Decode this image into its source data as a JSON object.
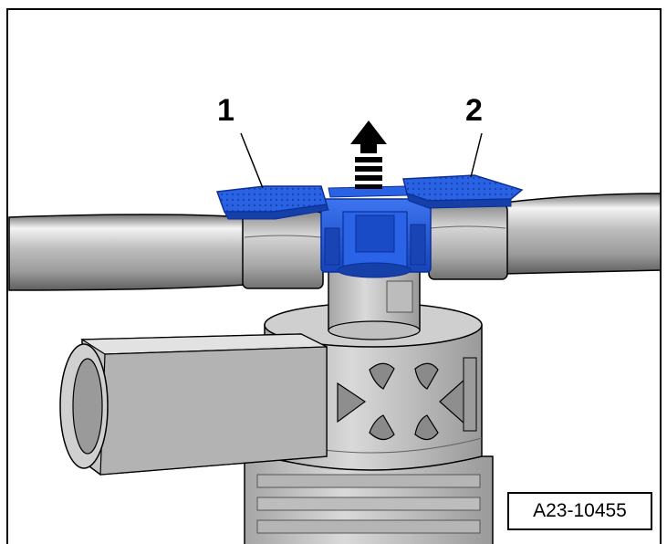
{
  "callouts": {
    "item_1": "1",
    "item_2": "2"
  },
  "figure_id": "A23-10455",
  "colors": {
    "clip_blue": "#1f56d8",
    "clip_blue_dark": "#0b2f9c",
    "part_gray": "#c9c9c9",
    "part_gray_dark": "#8a8a8a",
    "outline": "#000000"
  },
  "arrow": {
    "direction": "up",
    "icon": "pull-up-arrow-icon"
  }
}
